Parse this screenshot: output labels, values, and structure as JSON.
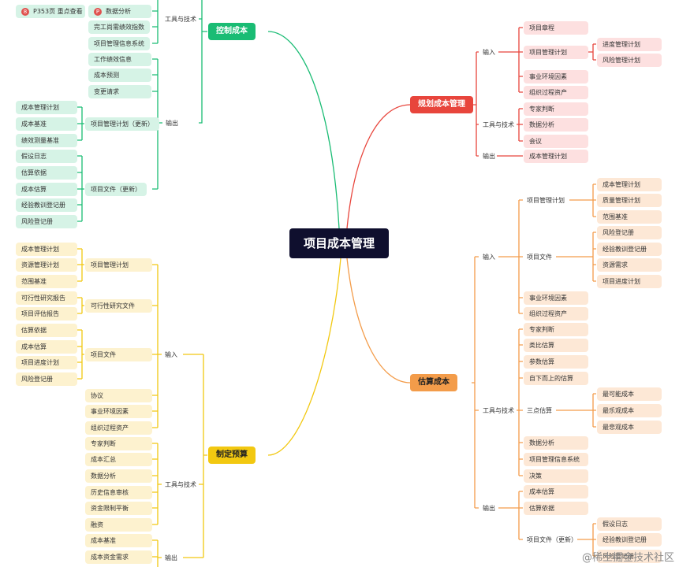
{
  "root": "项目成本管理",
  "watermark": "@稀土掘金技术社区",
  "colors": {
    "green": "#1abc74",
    "red": "#e8453c",
    "orange": "#f39c4a",
    "yellow": "#f2c811",
    "root": "#0f0f2e"
  },
  "control": {
    "title": "控制成本",
    "tools_label": "工具与技术",
    "output_label": "输出",
    "top_note": "P353页 重点查看",
    "top_note_badge": "8",
    "tools": [
      "数据分析",
      "完工尚需绩效指数",
      "项目管理信息系统"
    ],
    "outputs": [
      "工作绩效信息",
      "成本预测",
      "变更请求"
    ],
    "pm_plan_label": "项目管理计划（更新）",
    "pm_plan_items": [
      "成本管理计划",
      "成本基准",
      "绩效测量基准"
    ],
    "docs_label": "项目文件（更新）",
    "docs_items": [
      "假设日志",
      "估算依据",
      "成本估算",
      "经验教训登记册",
      "风险登记册"
    ]
  },
  "plan": {
    "title": "规划成本管理",
    "input_label": "输入",
    "tools_label": "工具与技术",
    "output_label": "输出",
    "inputs": [
      "项目章程",
      "项目管理计划",
      "事业环境因素",
      "组织过程资产"
    ],
    "pm_plan_items": [
      "进度管理计划",
      "风险管理计划"
    ],
    "tools": [
      "专家判断",
      "数据分析",
      "会议"
    ],
    "outputs": [
      "成本管理计划"
    ]
  },
  "estimate": {
    "title": "估算成本",
    "input_label": "输入",
    "tools_label": "工具与技术",
    "output_label": "输出",
    "pm_plan_label": "项目管理计划",
    "pm_plan_items": [
      "成本管理计划",
      "质量管理计划",
      "范围基准"
    ],
    "docs_label": "项目文件",
    "docs_items": [
      "风险登记册",
      "经验教训登记册",
      "资源需求",
      "项目进度计划"
    ],
    "inputs_other": [
      "事业环境因素",
      "组织过程资产"
    ],
    "tools": [
      "专家判断",
      "类比估算",
      "参数估算",
      "自下而上的估算"
    ],
    "three_point_label": "三点估算",
    "three_point_items": [
      "最可能成本",
      "最乐观成本",
      "最悲观成本"
    ],
    "tools_after": [
      "数据分析",
      "项目管理信息系统",
      "决策"
    ],
    "outputs": [
      "成本估算",
      "估算依据"
    ],
    "docs_update_label": "项目文件（更新）",
    "docs_update_items": [
      "假设日志",
      "经验教训登记册",
      "风险登记册"
    ]
  },
  "budget": {
    "title": "制定预算",
    "input_label": "输入",
    "tools_label": "工具与技术",
    "output_label": "输出",
    "pm_plan_label": "项目管理计划",
    "pm_plan_items": [
      "成本管理计划",
      "资源管理计划",
      "范围基准"
    ],
    "feas_label": "可行性研究文件",
    "feas_items": [
      "可行性研究报告",
      "项目评估报告"
    ],
    "docs_label": "项目文件",
    "docs_items": [
      "估算依据",
      "成本估算",
      "项目进度计划",
      "风险登记册"
    ],
    "inputs_other": [
      "协议",
      "事业环境因素",
      "组织过程资产"
    ],
    "tools": [
      "专家判断",
      "成本汇总",
      "数据分析",
      "历史信息审核",
      "资金限制平衡",
      "融资"
    ],
    "outputs": [
      "成本基准",
      "成本资金需求"
    ]
  }
}
